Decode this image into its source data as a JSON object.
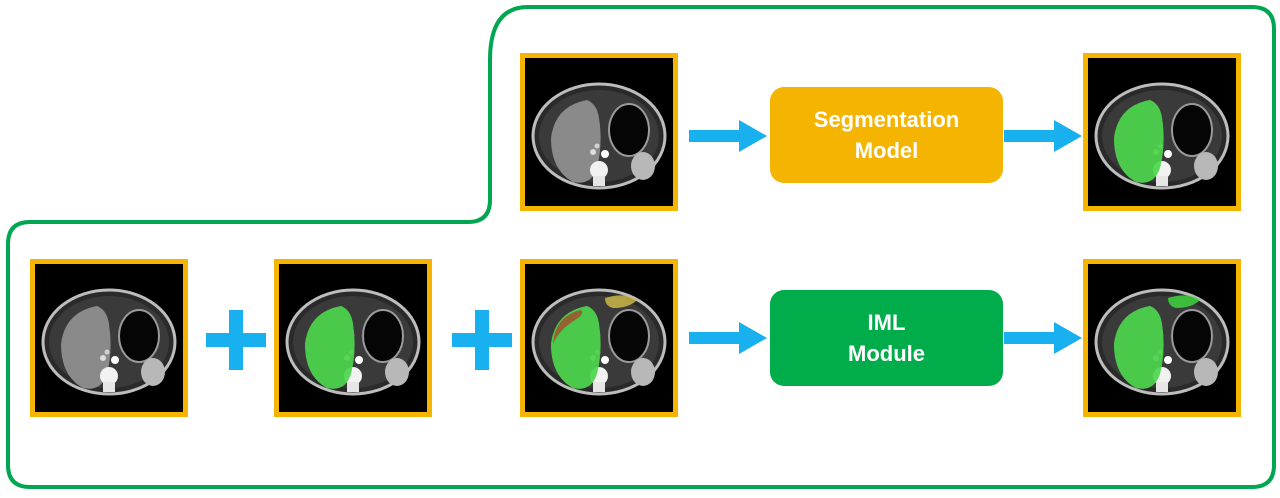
{
  "colors": {
    "outline": "#00a651",
    "frame": "#f5b400",
    "segmentation_box": "#f5b400",
    "iml_box": "#00ad4a",
    "arrow": "#19b0ef",
    "mask": "#3ed43e",
    "error_mask": "#a0522d",
    "missed_mask": "#d4c04a"
  },
  "segmentation_model": {
    "line1": "Segmentation",
    "line2": "Model"
  },
  "iml_module": {
    "line1": "IML",
    "line2": "Module"
  },
  "panels": [
    {
      "name": "ct-input-top",
      "overlay": "none"
    },
    {
      "name": "ct-prediction-top",
      "overlay": "liver-mask"
    },
    {
      "name": "ct-input-bottom",
      "overlay": "none"
    },
    {
      "name": "ct-mask-bottom",
      "overlay": "liver-mask"
    },
    {
      "name": "ct-interaction-bottom",
      "overlay": "liver-mask-with-corrections"
    },
    {
      "name": "ct-refined-bottom",
      "overlay": "liver-and-stomach-mask"
    }
  ]
}
